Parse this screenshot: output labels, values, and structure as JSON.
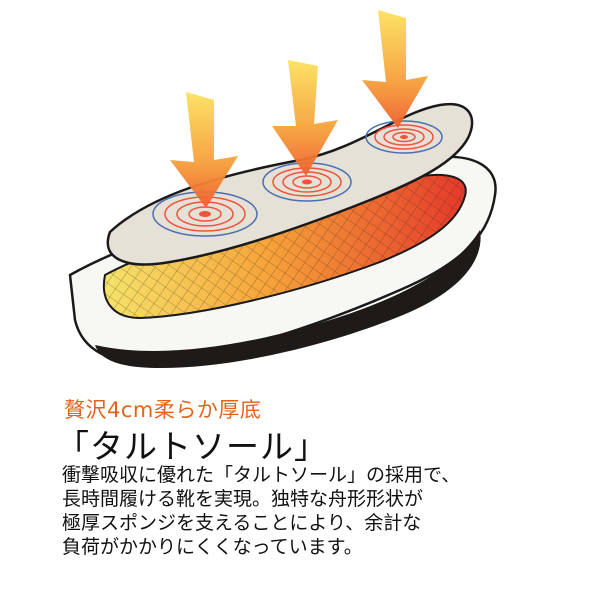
{
  "text": {
    "subtitle": "贅沢4cm柔らか厚底",
    "title": "「タルトソール」",
    "lines": [
      "衝撃吸収に優れた「タルトソール」の採用で、",
      "長時間履ける靴を実現。独特な舟形形状が",
      "極厚スポンジを支えることにより、余計な",
      "負荷がかかりにくくなっています。"
    ]
  },
  "colors": {
    "accent": "#e4631c",
    "text": "#111111",
    "insole": "#e6e1d6",
    "ring": "#f0523a"
  },
  "icons": [
    "arrow-down-icon",
    "ripple-icon"
  ]
}
